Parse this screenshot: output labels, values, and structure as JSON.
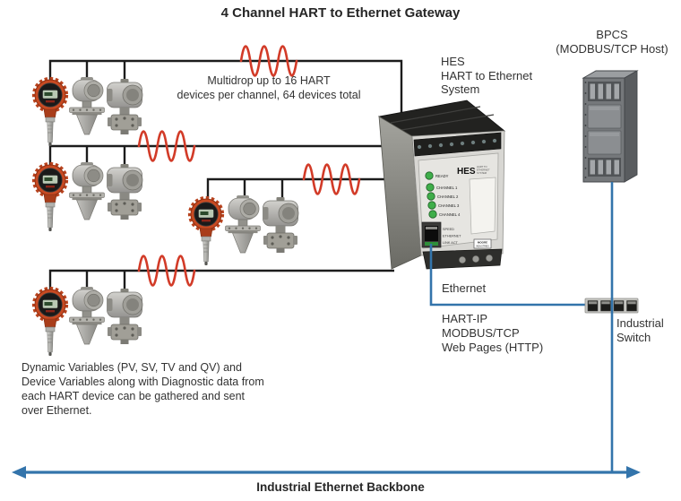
{
  "title": "4 Channel HART to Ethernet Gateway",
  "colors": {
    "hart_signal_red": "#d23b28",
    "ethernet_blue": "#3374ab",
    "wire_black": "#1c1c1c",
    "led_green": "#3fae4a",
    "transmitter_orange": "#c84a22"
  },
  "hart": {
    "multidrop_line1": "Multidrop up to 16 HART",
    "multidrop_line2": "devices per channel, 64 devices total"
  },
  "hes": {
    "caption_line1": "HES",
    "caption_line2": "HART to Ethernet",
    "caption_line3": "System",
    "panel": {
      "logo": "HES",
      "logo_sub1": "HART TO",
      "logo_sub2": "ETHERNET",
      "logo_sub3": "SYSTEM",
      "led_ready": "READY",
      "led_ch1": "CHANNEL 1",
      "led_ch2": "CHANNEL 2",
      "led_ch3": "CHANNEL 3",
      "led_ch4": "CHANNEL 4",
      "port_label1": "SPEED",
      "port_label2": "ETHERNET",
      "port_label3": "LINK ACT",
      "brand1": "MOORE",
      "brand2": "INDUSTRIES"
    }
  },
  "bpcs": {
    "line1": "BPCS",
    "line2": "(MODBUS/TCP Host)"
  },
  "ethernet_label": "Ethernet",
  "protocols": {
    "line1": "HART-IP",
    "line2": "MODBUS/TCP",
    "line3": "Web Pages (HTTP)"
  },
  "switch": {
    "line1": "Industrial",
    "line2": "Switch"
  },
  "description": {
    "line1": "Dynamic Variables (PV, SV, TV and QV) and",
    "line2": "Device Variables along with Diagnostic data from",
    "line3": "each HART device can be gathered and sent",
    "line4": "over Ethernet."
  },
  "backbone_label": "Industrial Ethernet Backbone"
}
